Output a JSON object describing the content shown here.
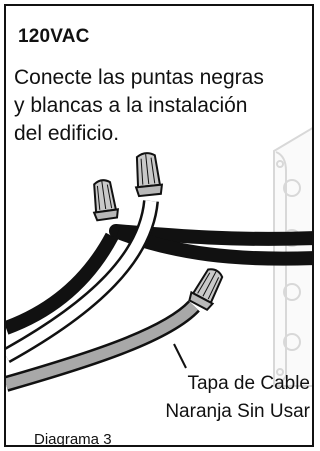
{
  "title": "120VAC",
  "instruction_lines": [
    "Conecte las puntas negras",
    "y blancas a la instalación",
    "del edificio."
  ],
  "cap_label_lines": [
    "Tapa de Cable",
    "Naranja Sin Usar"
  ],
  "figure_label": "Diagrama 3",
  "colors": {
    "black_wire": "#111111",
    "white_wire": "#ffffff",
    "gray_wire": "#a8a8a8",
    "wire_nut": "#c9c9c9",
    "junction_box": "#d8d8d8"
  },
  "icons": [
    "wire-nut-icon",
    "junction-box-icon"
  ]
}
